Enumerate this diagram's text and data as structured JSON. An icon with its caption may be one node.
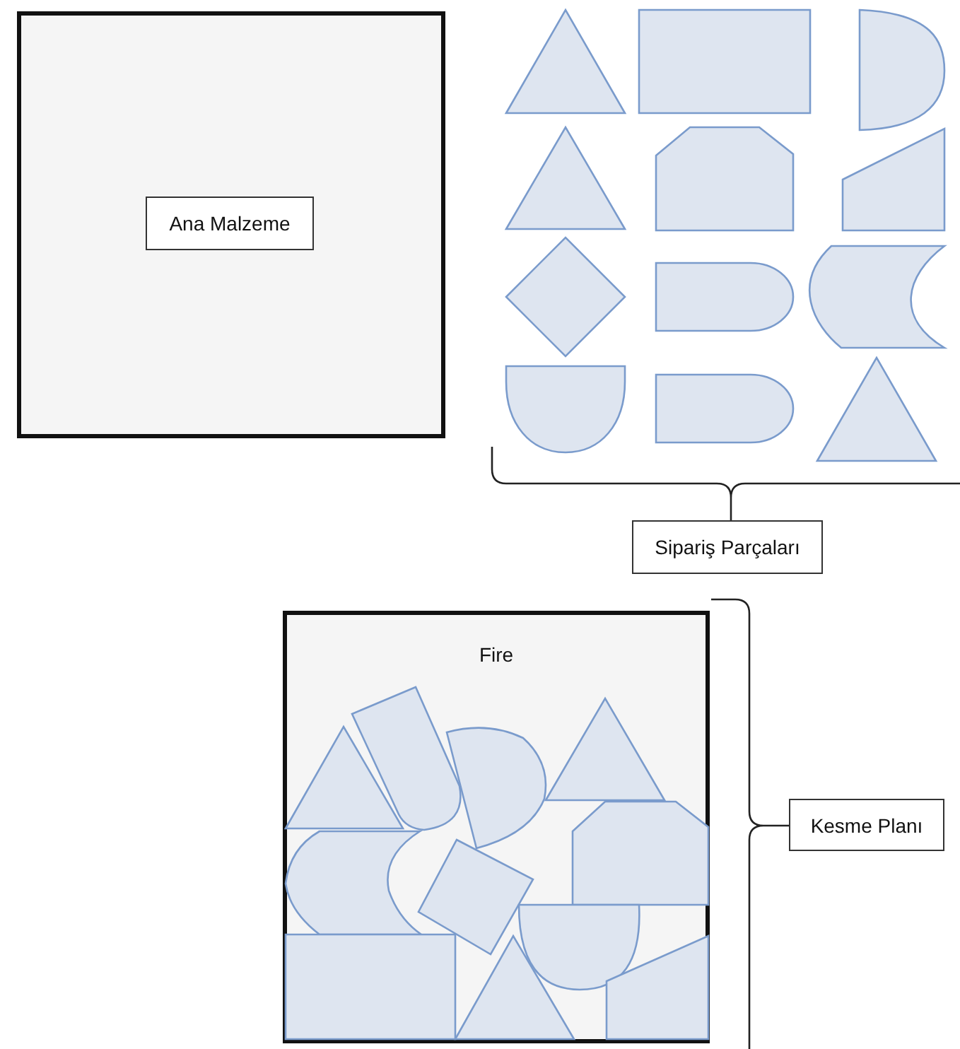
{
  "diagram": {
    "nodes": [
      {
        "text": [],
        "shape": "box"
      },
      {
        "text": [
          "Ana Malzeme"
        ],
        "in": 0
      },
      {
        "text": [
          "Sipariş Parçaları"
        ]
      },
      {
        "text": [
          "Fire"
        ]
      },
      {
        "text": [
          "Kesme Planı"
        ]
      }
    ]
  }
}
